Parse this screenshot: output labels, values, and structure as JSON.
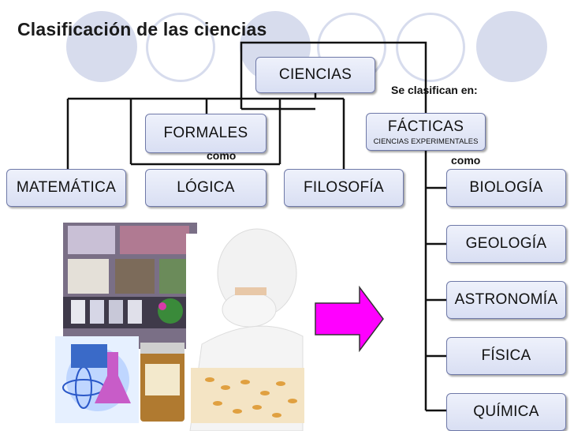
{
  "title": "Clasificación de las ciencias",
  "root": "CIENCIAS",
  "connector_se_clasifican": "Se clasifican en:",
  "formales": {
    "label": "FORMALES",
    "connector": "como",
    "children": [
      "MATEMÁTICA",
      "LÓGICA",
      "FILOSOFÍA"
    ]
  },
  "facticas": {
    "label": "FÁCTICAS",
    "sub": "CIENCIAS EXPERIMENTALES",
    "connector": "como",
    "children": [
      "BIOLOGÍA",
      "GEOLOGÍA",
      "ASTRONOMÍA",
      "FÍSICA",
      "QUÍMICA"
    ]
  },
  "colors": {
    "box_fill": "#dde2f4",
    "box_border": "#6f79a8",
    "decor_circle": "#d7dced",
    "arrow": "#ff00ff"
  },
  "images": {
    "collage": "science-collage-photo",
    "arrow_icon": "right-arrow-icon"
  }
}
